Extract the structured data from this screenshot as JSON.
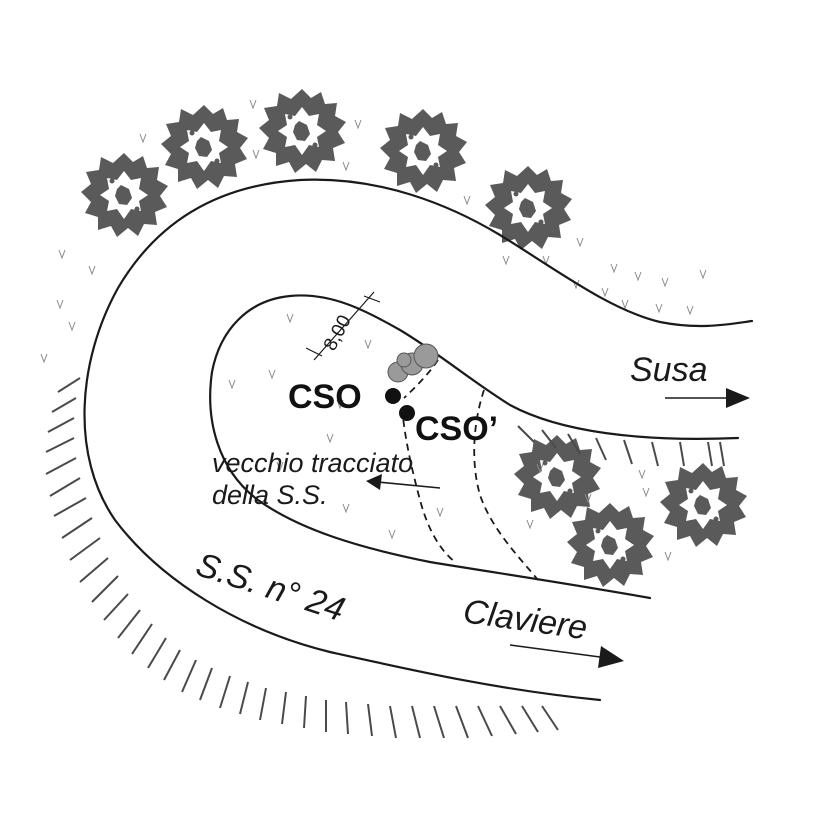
{
  "labels": {
    "susa": "Susa",
    "claviere": "Claviere",
    "road_name": "S.S. n° 24",
    "old_route_line1": "vecchio tracciato",
    "old_route_line2": "della S.S.",
    "point_cso": "CSO",
    "point_cso_prime": "CSO’",
    "dimension": "8,00"
  },
  "colors": {
    "tree": "#5a5a5a",
    "road": "#1a1a1a",
    "hatch": "#4a4a4a",
    "grass": "#8a8a8a"
  },
  "icons": {
    "tree": "tree-canopy-icon",
    "grass": "grass-tuft-icon",
    "arrow": "direction-arrow-icon",
    "point": "survey-point-icon"
  }
}
